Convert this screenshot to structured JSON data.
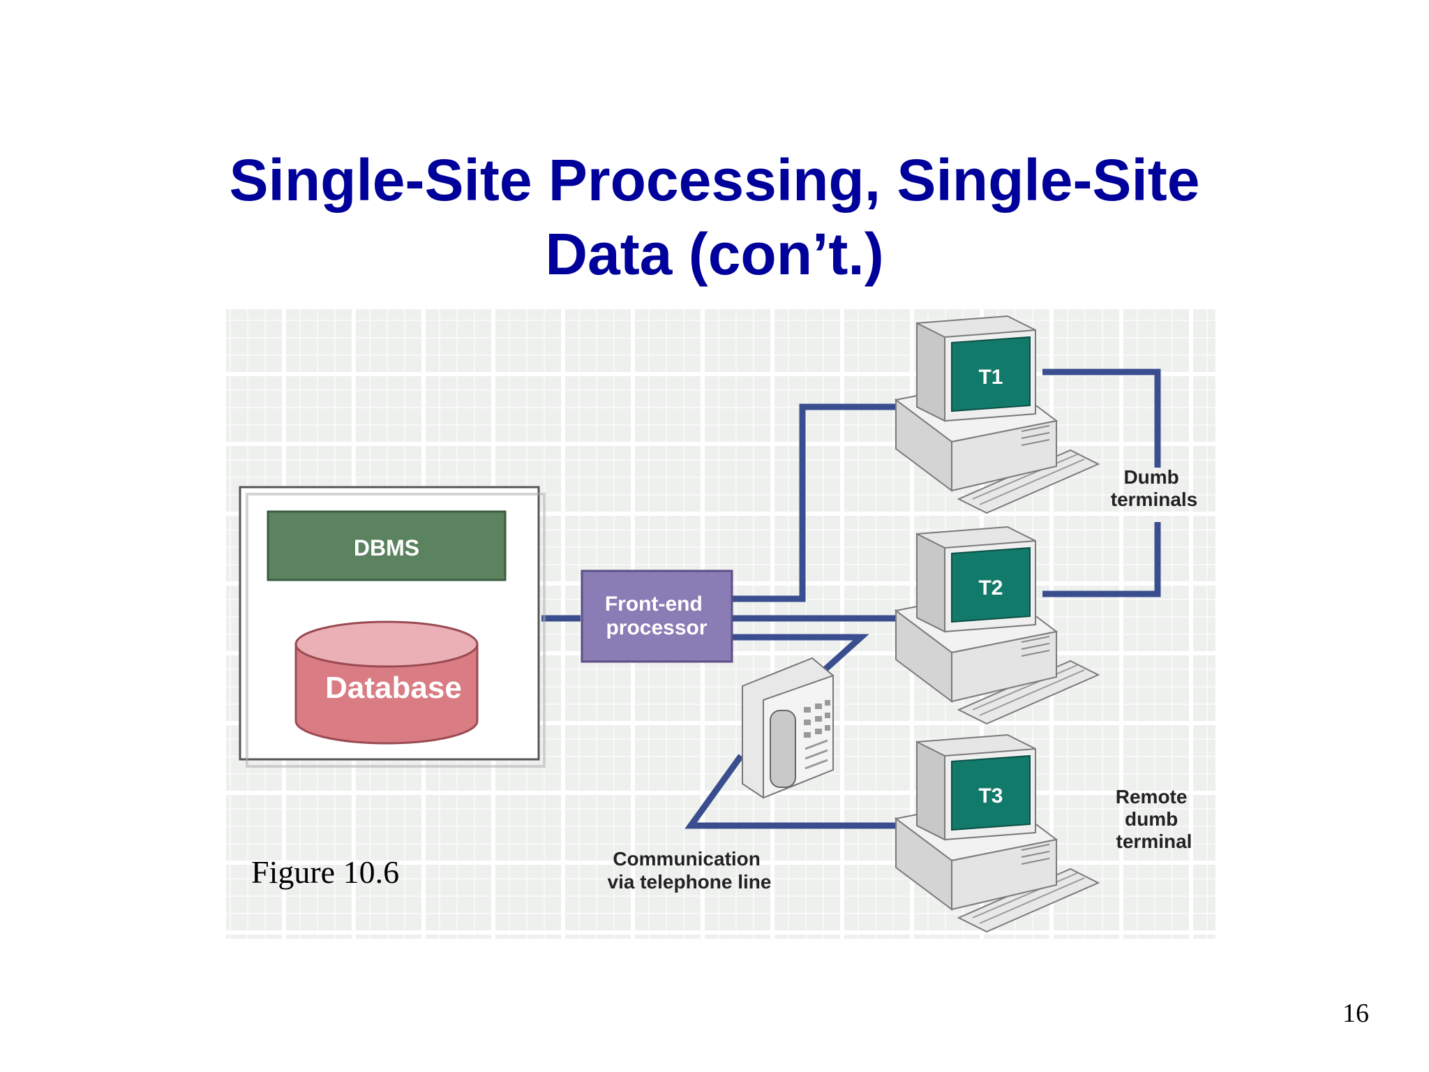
{
  "slide": {
    "title_line1": "Single-Site Processing, Single-Site",
    "title_line2": "Data (con’t.)",
    "page_number": "16"
  },
  "figure": {
    "caption": "Figure 10.6",
    "dbms_label": "DBMS",
    "database_label": "Database",
    "fep_label_line1": "Front-end",
    "fep_label_line2": "processor",
    "terminals": [
      {
        "label": "T1"
      },
      {
        "label": "T2"
      },
      {
        "label": "T3"
      }
    ],
    "dumb_terminals_line1": "Dumb",
    "dumb_terminals_line2": "terminals",
    "remote_line1": "Remote",
    "remote_line2": "dumb",
    "remote_line3": "terminal",
    "comm_line1": "Communication",
    "comm_line2": "via telephone line",
    "colors": {
      "title": "#00009a",
      "line": "#3a4e8f",
      "dbms": "#5b8360",
      "database": "#d97c84",
      "processor": "#8a7cb5",
      "screen": "#127a6a"
    }
  }
}
